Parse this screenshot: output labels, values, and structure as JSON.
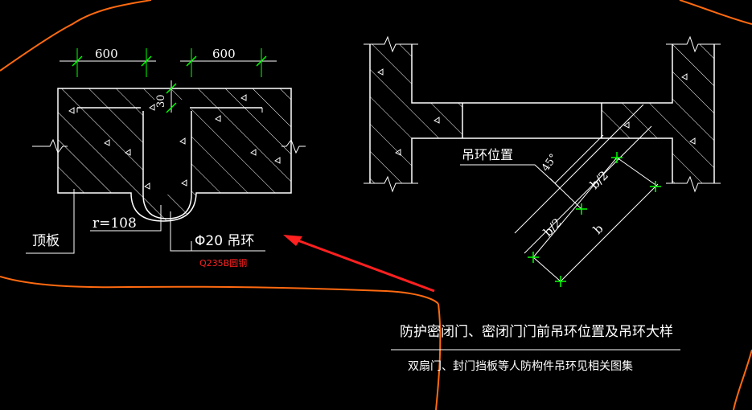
{
  "left_detail": {
    "dim_left": "600",
    "dim_right": "600",
    "dim_small": "30",
    "radius_label": "r=108",
    "slab_label": "顶板",
    "ring_label": "Φ20 吊环",
    "steel_note": "Q235B圆钢"
  },
  "right_detail": {
    "position_label": "吊环位置",
    "angle_label": "45°",
    "half_b_1": "b/2",
    "half_b_2": "b/2",
    "b_label": "b"
  },
  "caption": {
    "title": "防护密闭门、密闭门门前吊环位置及吊环大样",
    "note": "双扇门、封门挡板等人防构件吊环见相关图集"
  },
  "colors": {
    "line": "#ffffff",
    "dimension": "#00ff00",
    "annotation": "#ff2020",
    "outline": "#ff6a10",
    "background": "#000000"
  }
}
